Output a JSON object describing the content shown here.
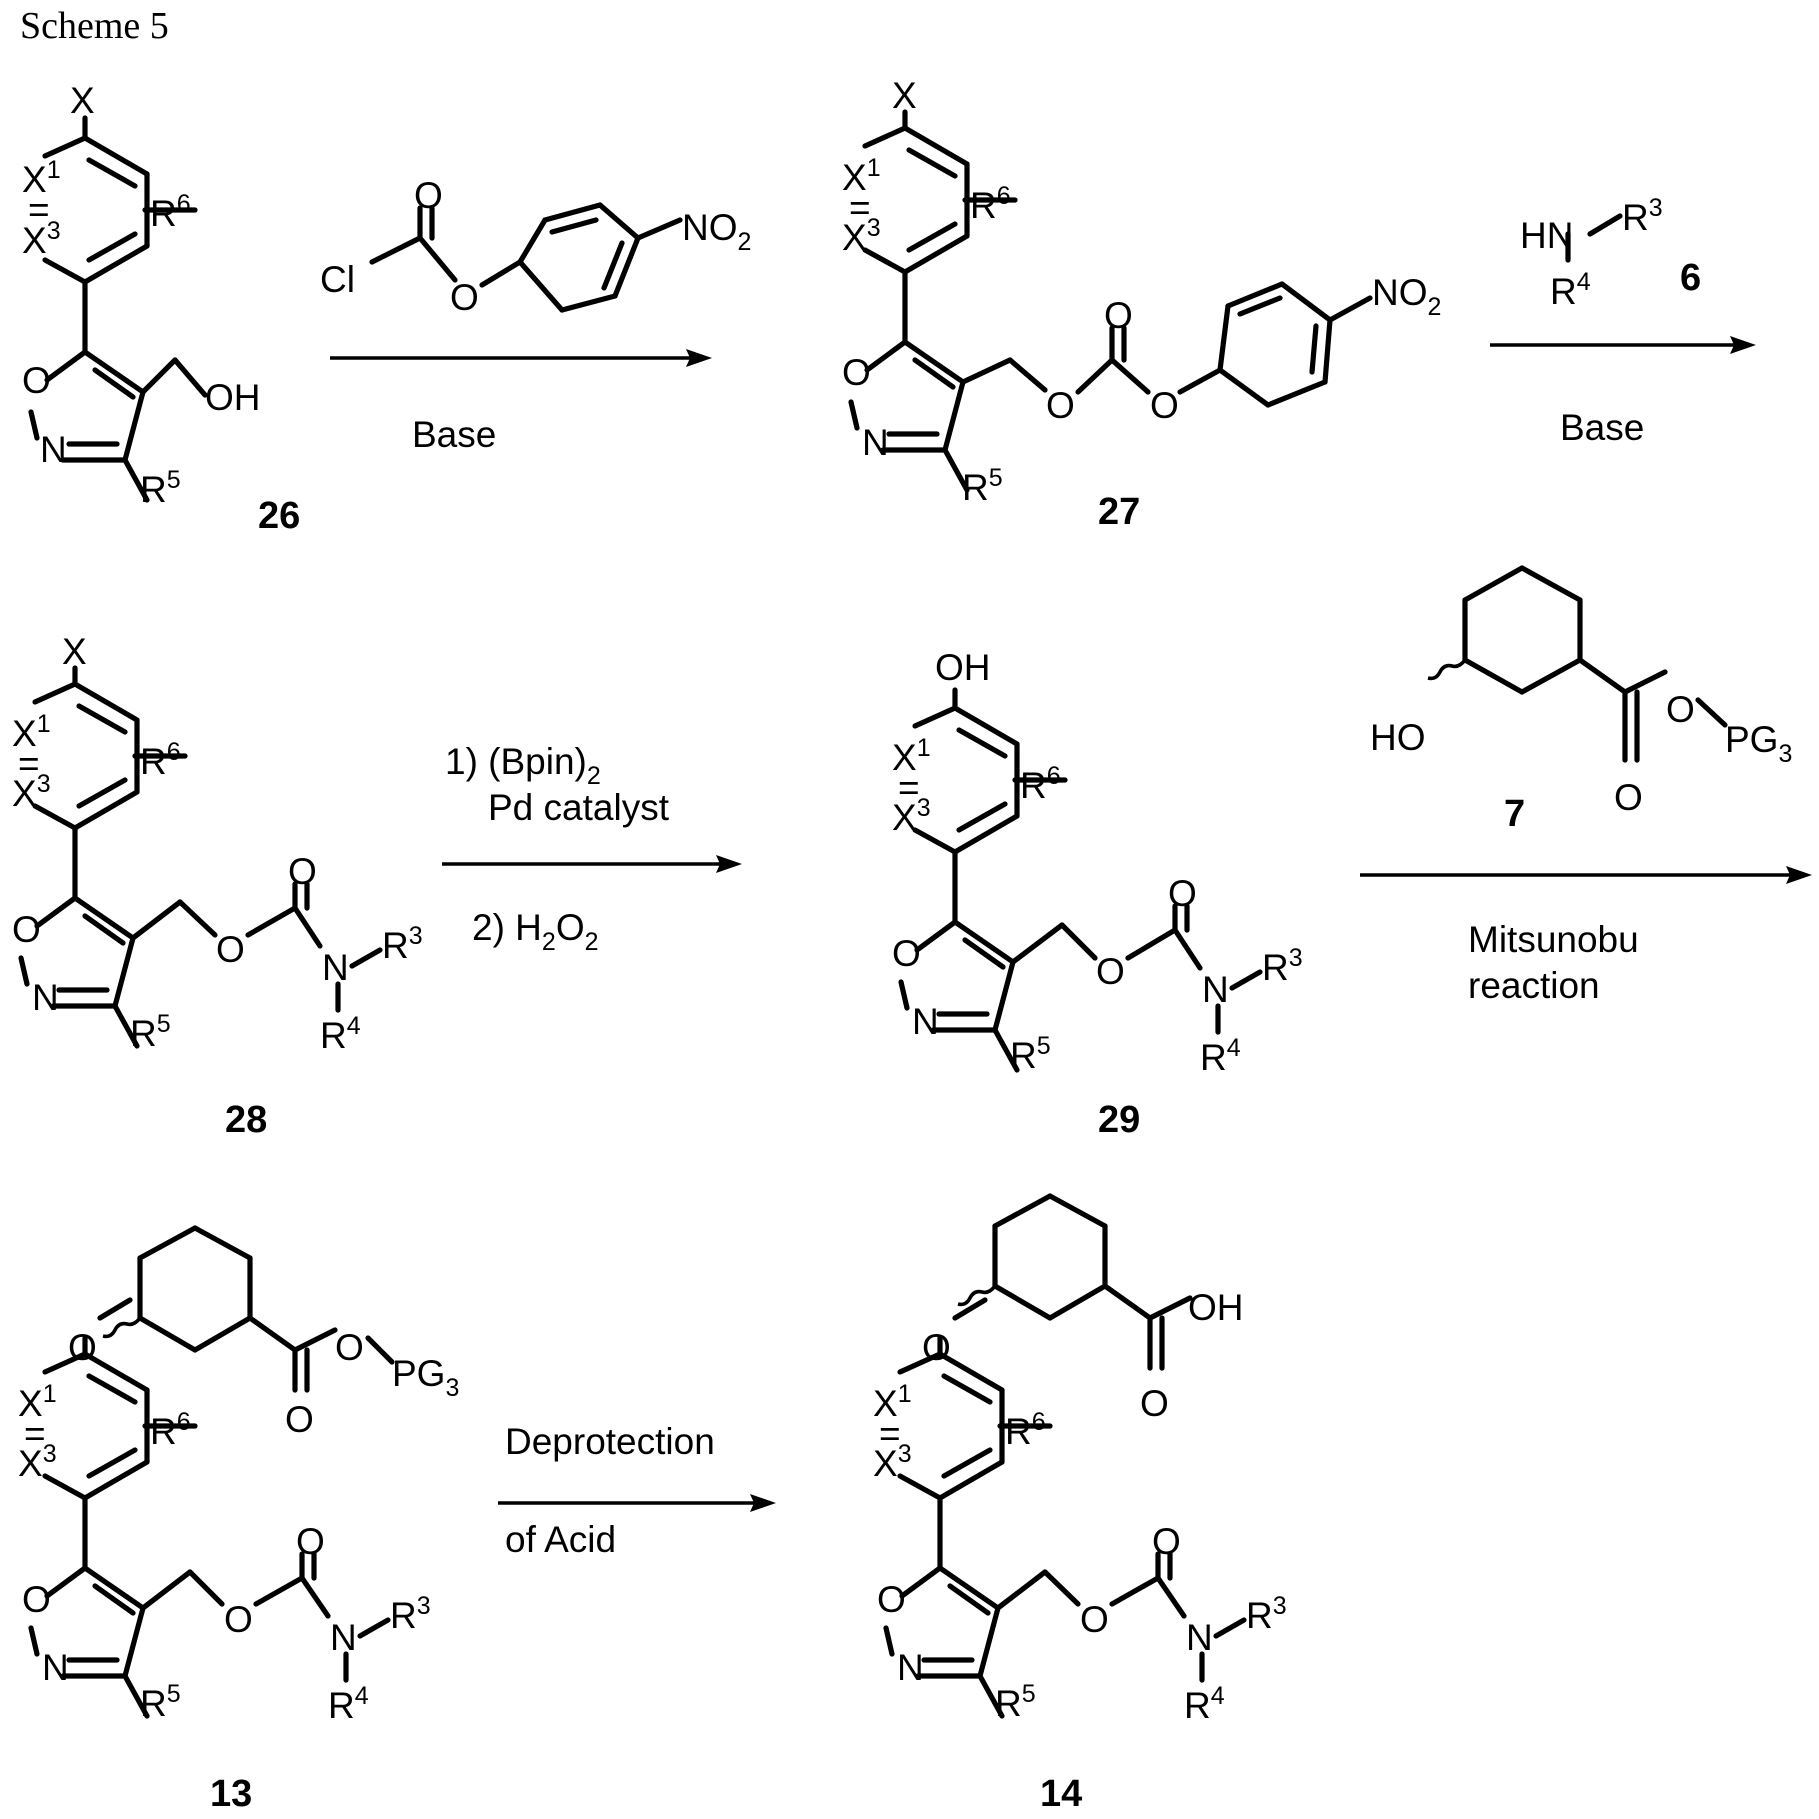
{
  "title": "Scheme 5",
  "compounds": {
    "c26": "26",
    "c27": "27",
    "c6": "6",
    "c28": "28",
    "c29": "29",
    "c7": "7",
    "c13": "13",
    "c14": "14"
  },
  "conditions": {
    "step1_below": "Base",
    "step2_below": "Base",
    "step3_line1_a": "1) (Bpin)",
    "step3_line1_sub": "2",
    "step3_line2": "Pd catalyst",
    "step3_line3_a": "2) H",
    "step3_line3_sub1": "2",
    "step3_line3_b": "O",
    "step3_line3_sub2": "2",
    "step4_line1": "Mitsunobu",
    "step4_line2": "reaction",
    "step5_line1": "Deprotection",
    "step5_line2": "of Acid"
  },
  "atoms": {
    "X": "X",
    "X1": "X",
    "X3": "X",
    "sup1": "1",
    "sup3": "3",
    "sup4": "4",
    "sup5": "5",
    "sup6": "6",
    "R": "R",
    "O": "O",
    "N": "N",
    "OH": "OH",
    "HO": "HO",
    "HN": "HN",
    "Cl": "Cl",
    "NO": "NO",
    "sub2": "2",
    "PG": "PG",
    "sub3": "3",
    "eq": "="
  }
}
